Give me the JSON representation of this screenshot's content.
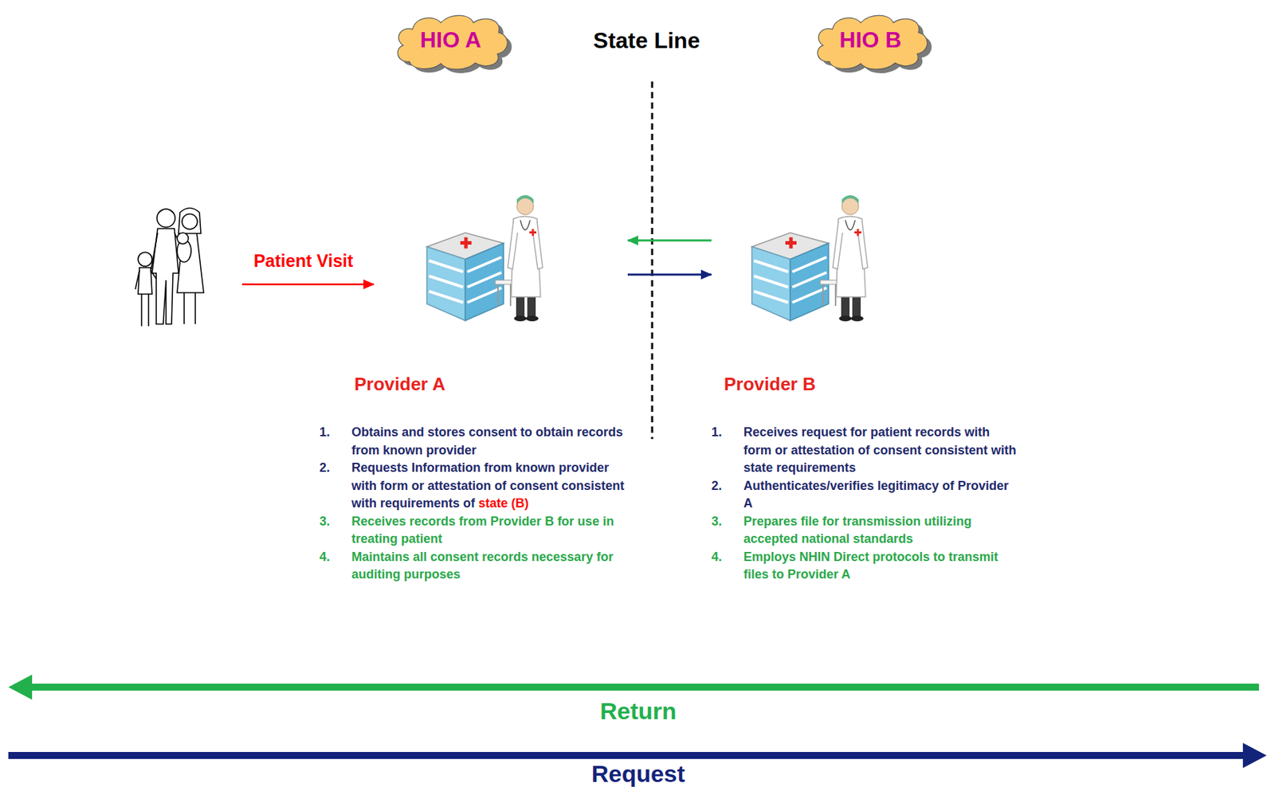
{
  "diagram": {
    "nodes": [
      {
        "text": [
          "HIO A"
        ]
      },
      {
        "text": [
          "HIO B"
        ]
      },
      {
        "text": [
          "Provider A",
          "1.",
          "Obtains and stores consent to obtain records from known provider",
          "2.",
          "Requests Information from known provider with form or attestation of consent consistent with requirements of",
          "state (B)",
          "3.",
          "Receives records from Provider B for use in treating patient",
          "4.",
          "Maintains all consent records necessary for auditing purposes"
        ]
      },
      {
        "text": [
          "Provider B",
          "1.",
          "Receives request for patient records with form or attestation of consent consistent with state requirements",
          "2.",
          "Authenticates/verifies legitimacy of Provider A",
          "3.",
          "Prepares file for transmission utilizing accepted national standards",
          "4.",
          "Employs NHIN Direct protocols to transmit files to Provider A"
        ]
      }
    ],
    "edges": [
      {
        "from": 3,
        "to": 2,
        "arrow": "to"
      },
      {
        "from": 2,
        "to": 3,
        "arrow": "to"
      }
    ],
    "labels": [
      "State Line",
      "Patient Visit",
      "Return",
      "Request"
    ]
  }
}
